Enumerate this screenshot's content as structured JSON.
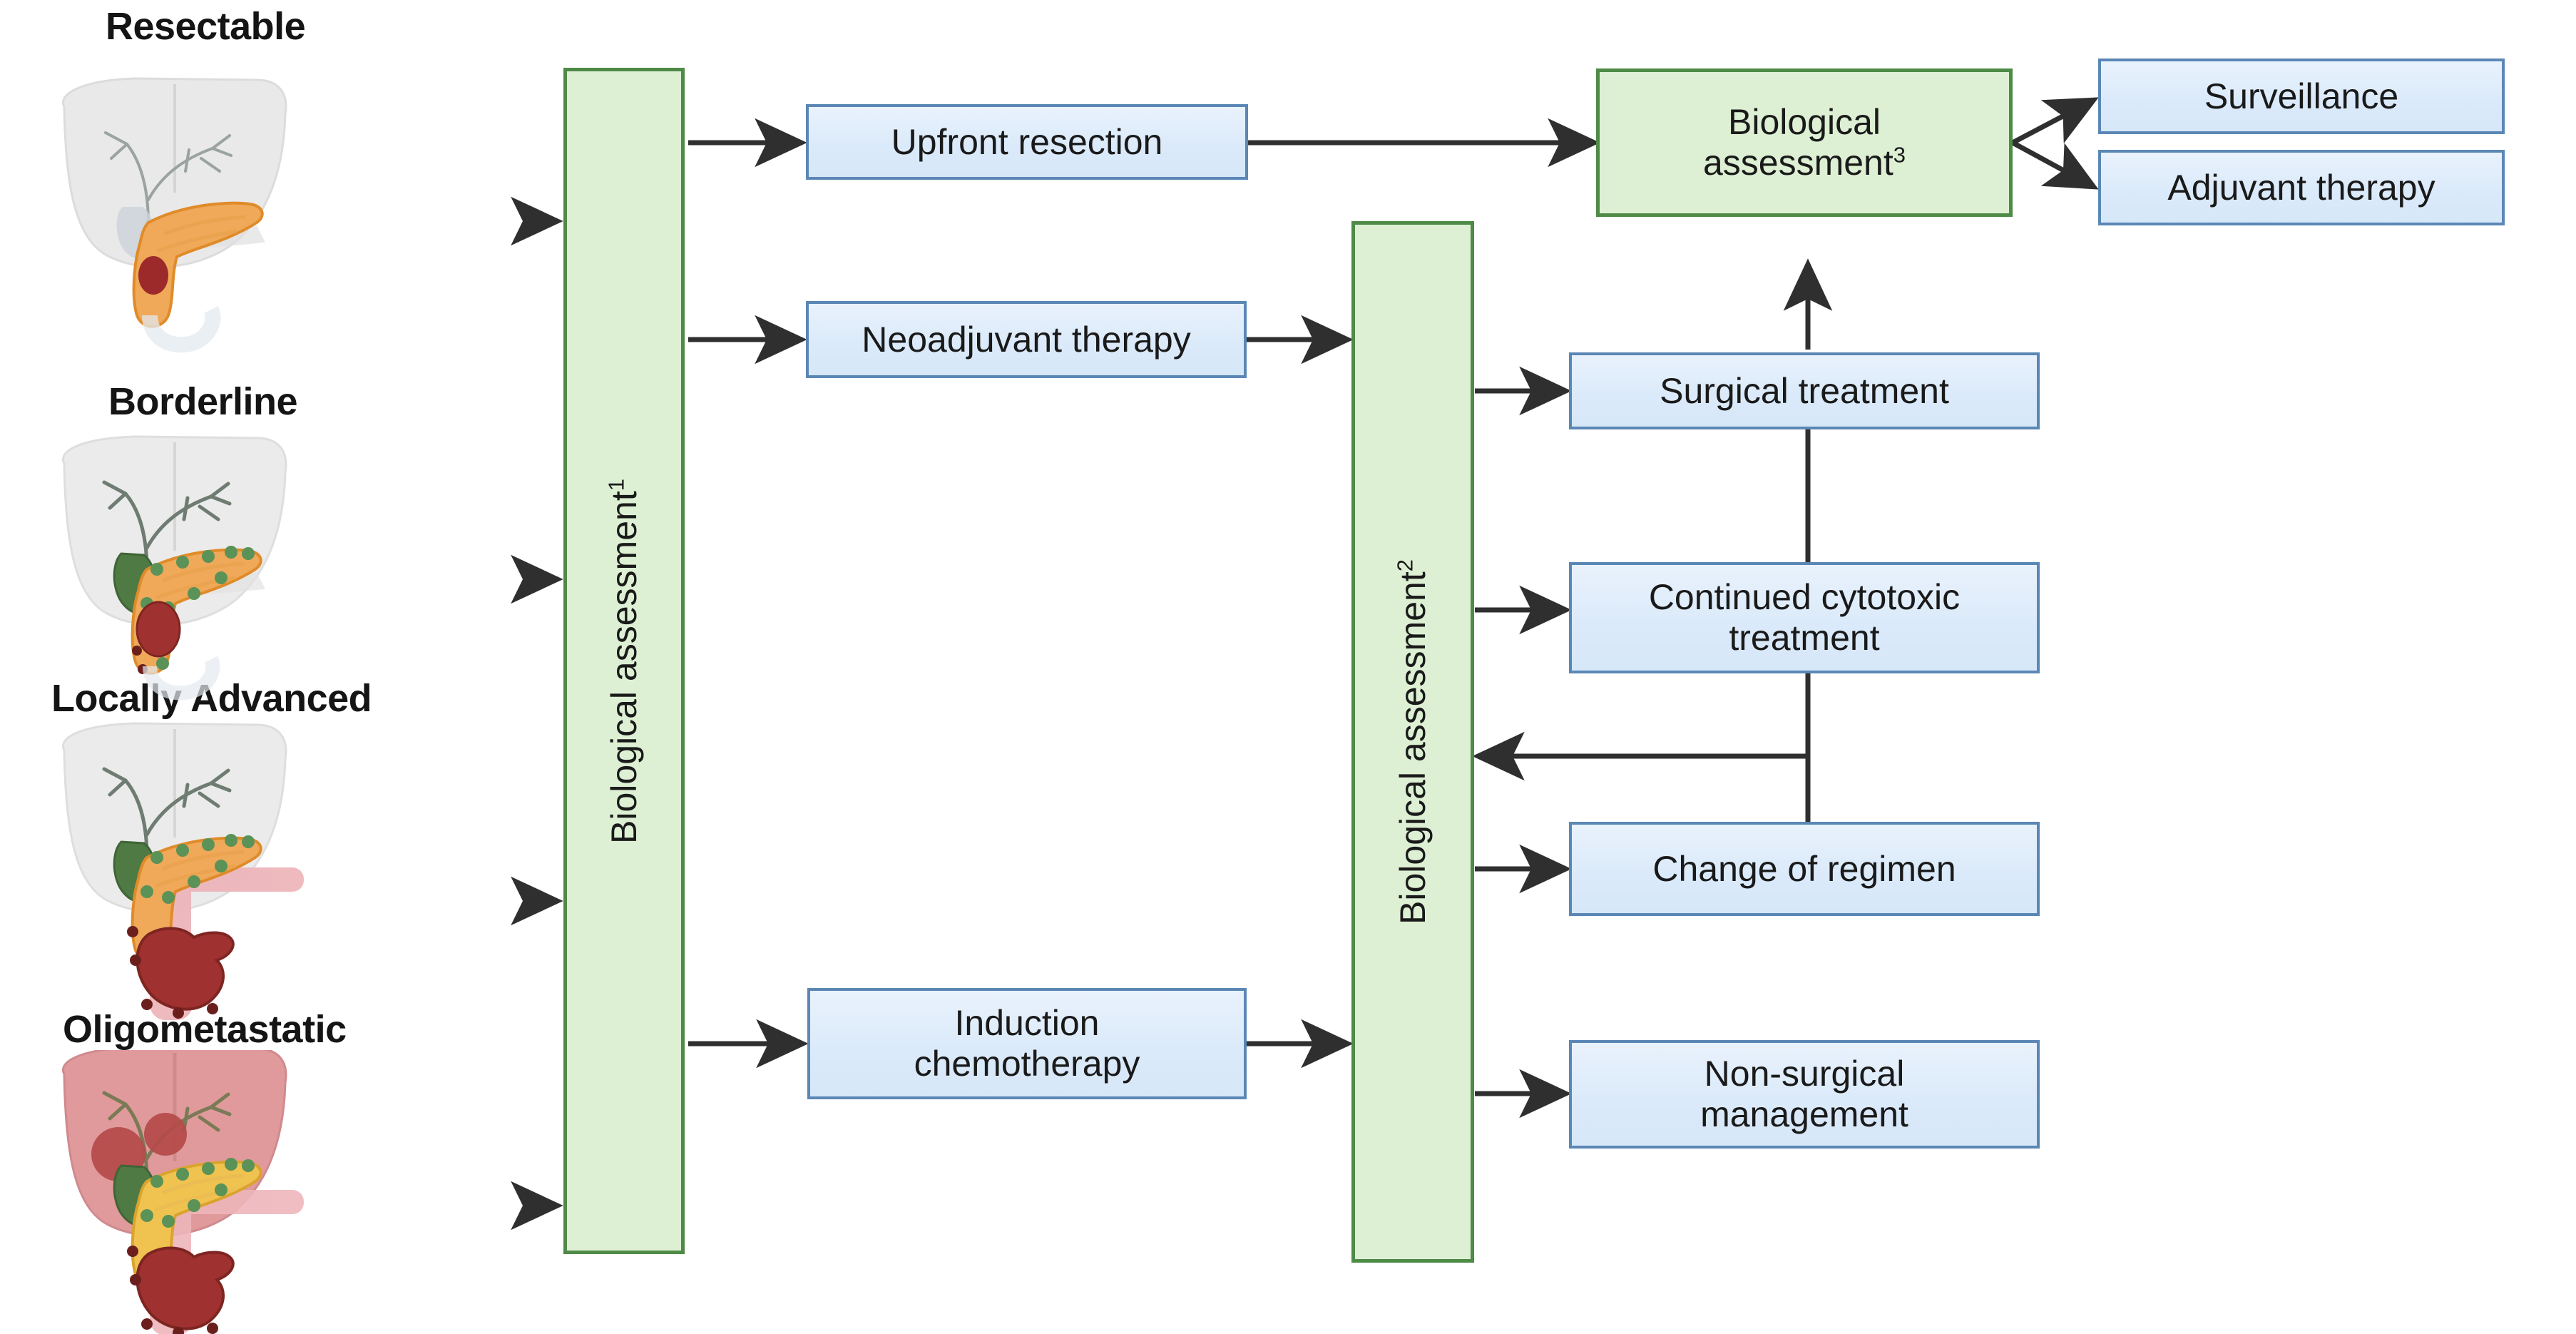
{
  "diagram": {
    "title": "Pancreatic cancer stage-based treatment algorithm",
    "colors": {
      "blue_fill": "#dbeafa",
      "blue_border": "#5b87b5",
      "green_fill": "#ddf0d4",
      "green_border": "#4d8b46",
      "arrow": "#333333",
      "text": "#1a1a1a"
    }
  },
  "stages": [
    {
      "label": "Resectable",
      "illustration": "liver-pancreas-resectable-icon"
    },
    {
      "label": "Borderline",
      "illustration": "liver-pancreas-borderline-icon"
    },
    {
      "label": "Locally Advanced",
      "illustration": "liver-pancreas-locally-advanced-icon"
    },
    {
      "label": "Oligometastatic",
      "illustration": "liver-pancreas-oligometastatic-icon"
    }
  ],
  "assessments": {
    "first": {
      "text": "Biological assessment",
      "superscript": "1"
    },
    "second": {
      "text": "Biological assessment",
      "superscript": "2"
    },
    "third": {
      "line1": "Biological",
      "line2": "assessment",
      "superscript": "3"
    }
  },
  "nodes": {
    "upfront_resection": {
      "label": "Upfront resection"
    },
    "neoadjuvant_therapy": {
      "label": "Neoadjuvant therapy"
    },
    "induction_chemotherapy": {
      "line1": "Induction",
      "line2": "chemotherapy"
    },
    "surgical_treatment": {
      "label": "Surgical treatment"
    },
    "continued_cytotoxic": {
      "line1": "Continued cytotoxic",
      "line2": "treatment"
    },
    "change_of_regimen": {
      "label": "Change of regimen"
    },
    "non_surgical_management": {
      "line1": "Non-surgical",
      "line2": "management"
    },
    "surveillance": {
      "label": "Surveillance"
    },
    "adjuvant_therapy": {
      "label": "Adjuvant therapy"
    }
  },
  "edges": [
    {
      "from": "Resectable",
      "to": "Biological assessment1"
    },
    {
      "from": "Borderline",
      "to": "Biological assessment1"
    },
    {
      "from": "Locally Advanced",
      "to": "Biological assessment1"
    },
    {
      "from": "Oligometastatic",
      "to": "Biological assessment1"
    },
    {
      "from": "Biological assessment1",
      "to": "Upfront resection"
    },
    {
      "from": "Biological assessment1",
      "to": "Neoadjuvant therapy"
    },
    {
      "from": "Biological assessment1",
      "to": "Induction chemotherapy"
    },
    {
      "from": "Upfront resection",
      "to": "Biological assessment3"
    },
    {
      "from": "Neoadjuvant therapy",
      "to": "Biological assessment2"
    },
    {
      "from": "Induction chemotherapy",
      "to": "Biological assessment2"
    },
    {
      "from": "Biological assessment2",
      "to": "Surgical treatment"
    },
    {
      "from": "Biological assessment2",
      "to": "Continued cytotoxic treatment"
    },
    {
      "from": "Biological assessment2",
      "to": "Change of regimen"
    },
    {
      "from": "Biological assessment2",
      "to": "Non-surgical management"
    },
    {
      "from": "Surgical treatment",
      "to": "Biological assessment3"
    },
    {
      "from": "Continued cytotoxic treatment / Change of regimen",
      "to": "Biological assessment2"
    },
    {
      "from": "Biological assessment3",
      "to": "Surveillance"
    },
    {
      "from": "Biological assessment3",
      "to": "Adjuvant therapy"
    }
  ]
}
